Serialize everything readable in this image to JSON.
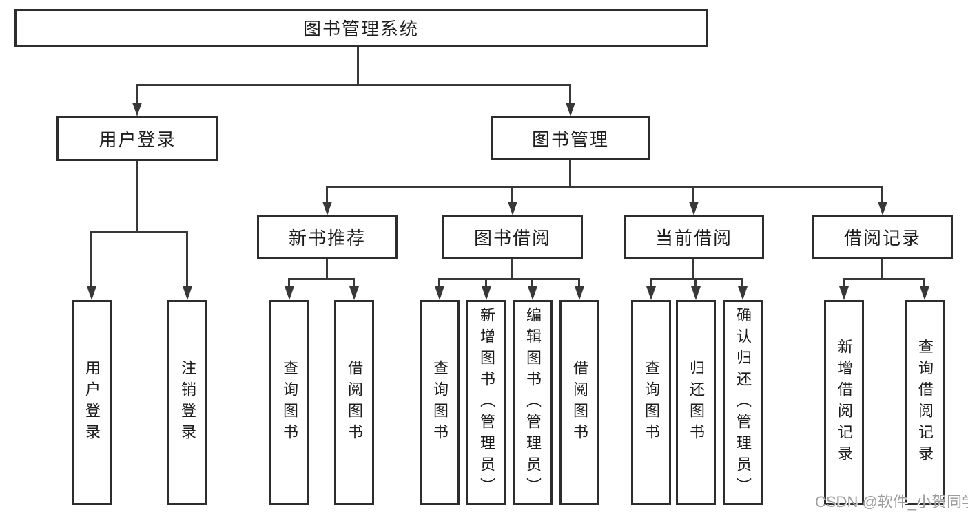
{
  "nodes": {
    "root": {
      "label": "图书管理系统"
    },
    "level2": [
      {
        "label": "用户登录"
      },
      {
        "label": "图书管理"
      }
    ],
    "level3": [
      {
        "label": "新书推荐"
      },
      {
        "label": "图书借阅"
      },
      {
        "label": "当前借阅"
      },
      {
        "label": "借阅记录"
      }
    ],
    "leaves": {
      "user_login": [
        {
          "label": "用户登录"
        },
        {
          "label": "注销登录"
        }
      ],
      "new_books": [
        {
          "label": "查询图书"
        },
        {
          "label": "借阅图书"
        }
      ],
      "book_borrow": [
        {
          "label": "查询图书"
        },
        {
          "label": "新增图书（管理员）"
        },
        {
          "label": "编辑图书（管理员）"
        },
        {
          "label": "借阅图书"
        }
      ],
      "current_borrow": [
        {
          "label": "查询图书"
        },
        {
          "label": "归还图书"
        },
        {
          "label": "确认归还（管理员）"
        }
      ],
      "borrow_records": [
        {
          "label": "新增借阅记录"
        },
        {
          "label": "查询借阅记录"
        }
      ]
    }
  },
  "watermark": {
    "text": "CSDN @软件_小贺同学",
    "color": "#9c9c9c"
  },
  "colors": {
    "line": "#383838",
    "border": "#2d2d2d",
    "text": "#1d1d1d",
    "background": "#ffffff"
  }
}
